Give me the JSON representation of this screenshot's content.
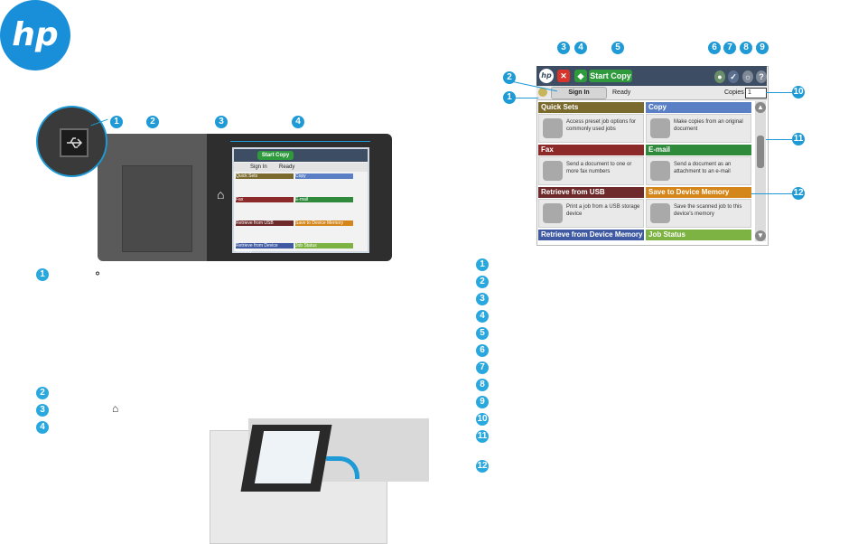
{
  "brand": {
    "logo_text": "hp",
    "accent": "#1e9ad6"
  },
  "left_device": {
    "callouts": [
      "1",
      "2",
      "3",
      "4"
    ],
    "mini_screen": {
      "start_label": "Start Copy",
      "sign_in": "Sign In",
      "status": "Ready",
      "tiles": [
        "Quick Sets",
        "Copy",
        "Fax",
        "E-mail",
        "Retrieve from USB",
        "Save to Device Memory",
        "Retrieve from Device Memory",
        "Job Status"
      ]
    },
    "legend": [
      {
        "num": "1",
        "glyph": "usb-icon"
      },
      {
        "num": "2"
      },
      {
        "num": "3",
        "glyph": "home-icon"
      },
      {
        "num": "4"
      }
    ]
  },
  "control_panel": {
    "callouts": [
      "1",
      "2",
      "3",
      "4",
      "5",
      "6",
      "7",
      "8",
      "9",
      "10",
      "11",
      "12"
    ],
    "top_bar": {
      "start_label": "Start Copy"
    },
    "status_bar": {
      "sign_in_label": "Sign In",
      "status": "Ready",
      "copies_label": "Copies",
      "copies_value": "1"
    },
    "tiles": [
      {
        "title": "Quick Sets",
        "desc": "Access preset job options for commonly used jobs",
        "color": "#7b6a2e"
      },
      {
        "title": "Copy",
        "desc": "Make copies from an original document",
        "color": "#5b7fc4"
      },
      {
        "title": "Fax",
        "desc": "Send a document to one or more fax numbers",
        "color": "#8c2a2a"
      },
      {
        "title": "E-mail",
        "desc": "Send a document as an attachment to an e-mail",
        "color": "#2f8a3c"
      },
      {
        "title": "Retrieve from USB",
        "desc": "Print a job from a USB storage device",
        "color": "#6e2a2a"
      },
      {
        "title": "Save to Device Memory",
        "desc": "Save the scanned job to this device's memory",
        "color": "#d4861a"
      },
      {
        "title": "Retrieve from Device Memory",
        "color": "#3f5aa3"
      },
      {
        "title": "Job Status",
        "color": "#7cb342"
      }
    ],
    "legend_numbers": [
      "1",
      "2",
      "3",
      "4",
      "5",
      "6",
      "7",
      "8",
      "9",
      "10",
      "11",
      "12"
    ]
  }
}
